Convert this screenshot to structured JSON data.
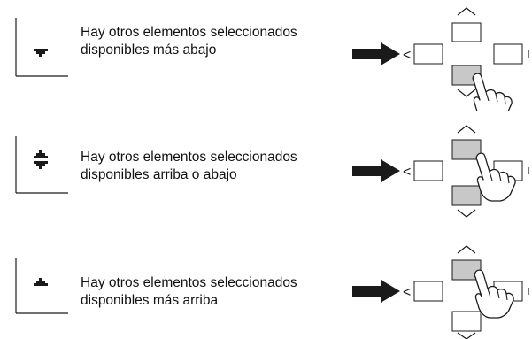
{
  "colors": {
    "key_fill": "#ffffff",
    "key_pressed_fill": "#c8c8c8",
    "line": "#1a1a1a",
    "text": "#111111",
    "hand_fill": "#ffffff"
  },
  "icons": [
    "scroll-down-indicator-icon",
    "scroll-up-down-indicator-icon",
    "scroll-up-indicator-icon",
    "arrow-right-icon",
    "pointing-hand-icon"
  ],
  "rows": [
    {
      "indicator": "down",
      "line1": "Hay otros elementos seleccionados",
      "line2": "disponibles más abajo",
      "pressed": "down"
    },
    {
      "indicator": "up-down",
      "line1": "Hay otros elementos seleccionados",
      "line2": "disponibles arriba o abajo",
      "pressed": "up-down"
    },
    {
      "indicator": "up",
      "line1": "Hay otros elementos seleccionados",
      "line2": "disponibles más arriba",
      "pressed": "up"
    }
  ]
}
